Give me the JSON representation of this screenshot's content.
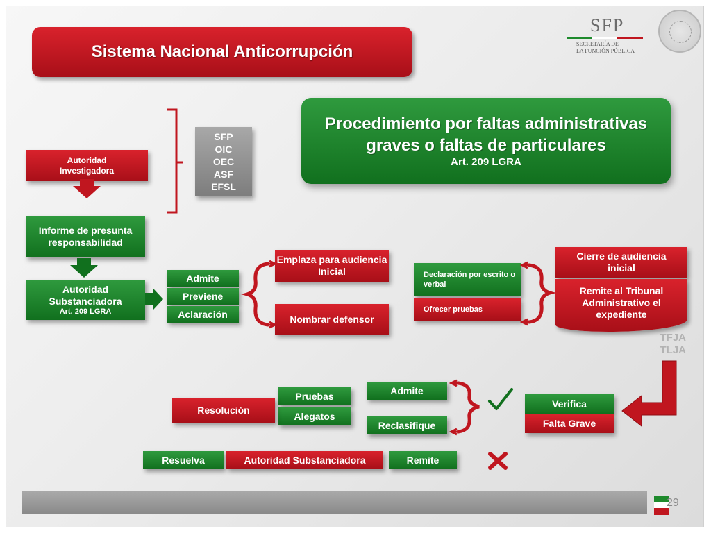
{
  "title": "Sistema Nacional Anticorrupción",
  "logo": {
    "acronym": "SFP",
    "subtitle_line1": "SECRETARÍA DE",
    "subtitle_line2": "LA FUNCIÓN PÚBLICA"
  },
  "procedure": {
    "title_line1": "Procedimiento por faltas administrativas",
    "title_line2": "graves o faltas de particulares",
    "article": "Art. 209 LGRA"
  },
  "agencies": [
    "SFP",
    "OIC",
    "OEC",
    "ASF",
    "EFSL"
  ],
  "autoridad_investigadora": "Autoridad Investigadora",
  "informe": "Informe de presunta responsabilidad",
  "autoridad_substanciadora": {
    "label": "Autoridad Substanciadora",
    "article": "Art. 209 LGRA"
  },
  "actions": [
    "Admite",
    "Previene",
    "Aclaración"
  ],
  "emplaza": "Emplaza para audiencia Inicial",
  "nombrar_defensor": "Nombrar defensor",
  "declaracion": "Declaración por escrito o verbal",
  "ofrecer_pruebas": "Ofrecer pruebas",
  "cierre": "Cierre de audiencia inicial",
  "remite_tribunal": "Remite al Tribunal Administrativo el expediente",
  "tribunals": [
    "TFJA",
    "TLJA"
  ],
  "verifica": "Verifica",
  "falta_grave": "Falta Grave",
  "admite2": "Admite",
  "reclasifique": "Reclasifique",
  "pruebas": "Pruebas",
  "alegatos": "Alegatos",
  "resolucion": "Resolución",
  "resuelva": "Resuelva",
  "autoridad_substanciadora2": "Autoridad Substanciadora",
  "remite": "Remite",
  "page_number": "29",
  "colors": {
    "red": "#c0161f",
    "green": "#1e8a2c",
    "grey": "#8a8a8a"
  }
}
